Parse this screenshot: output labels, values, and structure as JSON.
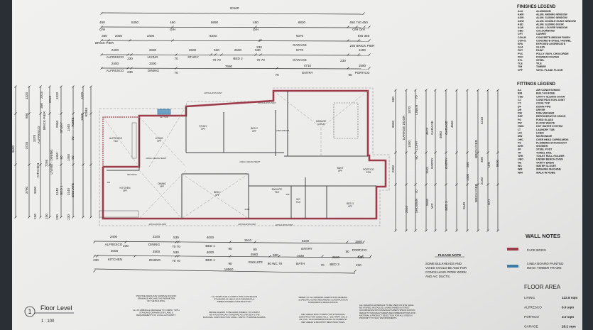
{
  "colors": {
    "face_brick": "#9e3b4a",
    "linea_board": "#3f7aa5",
    "paper": "#eeeeec",
    "ink": "#2a2a2a"
  },
  "top_dims": {
    "total": "20160",
    "row1": [
      "450",
      "O/H",
      "5350",
      "450",
      "O/H",
      "5890",
      "450",
      "O/H",
      "6830",
      "450 740 450",
      "O/H    O/H"
    ],
    "row2": [
      "350",
      "2050",
      "3400",
      "6340",
      "6370",
      "840 350",
      "BRICK PIER",
      "230",
      "GARAGE",
      "230 BRICK PIER"
    ],
    "row3": [
      "2400",
      "3330",
      "2600",
      "530",
      "2600",
      "530",
      "5770",
      "1190",
      "ALFRESCO",
      "230",
      "LIVING",
      "70",
      "STUDY",
      "70 70",
      "BED 2",
      "70 70",
      "GARAGE",
      "230"
    ],
    "row4": [
      "2400",
      "3330",
      "7680",
      "4710",
      "1580",
      "ALFRESCO",
      "230",
      "DINING",
      "70",
      "70",
      "ENTRY",
      "90",
      "PORTICO"
    ]
  },
  "bottom_dims": {
    "row1": [
      "2400",
      "3100",
      "530",
      "4000",
      "1610",
      "6100",
      "1580",
      "ALFRESCO",
      "230",
      "DINING",
      "70 70",
      "BED 1",
      "90",
      "90",
      "ENTRY",
      "90",
      "PORTICO"
    ],
    "row2": [
      "3000",
      "2500",
      "530",
      "4000",
      "2560",
      "900",
      "1930",
      "2500",
      "600",
      "230",
      "KITCHEN",
      "DINING",
      "70 70",
      "BED 1",
      "90",
      "ENSUITE",
      "90 WC 70",
      "BATH",
      "70",
      "BED 3",
      "230"
    ],
    "total": "19560"
  },
  "left_dims": [
    "9600",
    "3760",
    "3728",
    "850",
    "1320",
    "230",
    "3300",
    "KITCHEN",
    "ALFRESCO",
    "3378",
    "350",
    "2015",
    "BRICK PIER",
    "230",
    "7258",
    "LIVING - DINING",
    "2015",
    "230",
    "3140",
    "BED 1",
    "1450",
    "90",
    "2950",
    "STUDY",
    "1320",
    "230",
    "3140",
    "ENSUITE",
    "1450",
    "90",
    "1440",
    "ROBE",
    "70",
    "1440",
    "ROBE",
    "1320"
  ],
  "right_dims": [
    "3930",
    "GARAGE DOOR",
    "800",
    "2300",
    "1070",
    "LINEN",
    "70",
    "1400",
    "L'DRY",
    "90",
    "SHOWER",
    "70",
    "2510",
    "GARAGE",
    "4670",
    "ENTRY",
    "1532",
    "WC",
    "2630",
    "GARAGE",
    "4660",
    "ENTRY",
    "BED 3",
    "4660",
    "BRICK PIER",
    "350",
    "1400",
    "BRICK PIER",
    "2640",
    "4210",
    "450",
    "O/H",
    "2100",
    "O/H",
    "9600"
  ],
  "rooms": [
    {
      "name": "ALFRESCO",
      "finish": "TILE"
    },
    {
      "name": "LIVING",
      "finish": "VPF"
    },
    {
      "name": "STUDY",
      "finish": "VPF"
    },
    {
      "name": "BED 2",
      "finish": "VPF"
    },
    {
      "name": "GARAGE",
      "finish": "CON-B"
    },
    {
      "name": "KITCHEN",
      "finish": "VPF"
    },
    {
      "name": "DINING",
      "finish": "VPF"
    },
    {
      "name": "BED 1",
      "finish": "VPF"
    },
    {
      "name": "ENSUITE",
      "finish": "TILE"
    },
    {
      "name": "WC",
      "finish": "TILE"
    },
    {
      "name": "BATH",
      "finish": "VPF"
    },
    {
      "name": "BED 3",
      "finish": "VPF"
    },
    {
      "name": "PORTICO",
      "finish": "EPA"
    }
  ],
  "plan_notes": [
    "ARTICULATION JOINT",
    "ARTICULATION JOINT",
    "ARTICULATION JOINT",
    "ARTICULATION JOINT",
    "ARTICULATION JOINT",
    "2400mm CEILING HEIGHT",
    "2400mm CEILING HEIGHT",
    "AC 7.5 kW",
    "REF SPACE",
    "DW",
    "SHR",
    "LINEN SHELVES",
    "ROBE"
  ],
  "finishes_legend": {
    "title": "FINISHES LEGEND",
    "items": [
      [
        "ALU",
        "ALUMINIUM"
      ],
      [
        "AAW",
        "ALUM. AWNING WINDOW"
      ],
      [
        "ASW",
        "ALUM. SLIDING WINDOW"
      ],
      [
        "ADW",
        "ALUM. DOUBLE HUNG WINDOW"
      ],
      [
        "ASD",
        "ALUM. SLIDING DOOR"
      ],
      [
        "ALW",
        "ALUM. LOUVRE WINDOW"
      ],
      [
        "CBD",
        "COLOURBOND"
      ],
      [
        "CPT",
        "CARPET"
      ],
      [
        "CON-B",
        "CONCRETE-BROOM FINISH"
      ],
      [
        "CON-S",
        "CONCRETE-STEEL TROWEL"
      ],
      [
        "EPA",
        "EXPOSED AGGREGATE"
      ],
      [
        "GLA",
        "GLASS"
      ],
      [
        "PNT",
        "PAINT"
      ],
      [
        "PVC",
        "POLLY VINYL CHOLORIDE"
      ],
      [
        "PDC",
        "POWDER COATED"
      ],
      [
        "STL",
        "STEEL"
      ],
      [
        "TLE",
        "TILE"
      ],
      [
        "TIM",
        "TIMBER"
      ],
      [
        "VPF",
        "VINYL PLANK FLOOR"
      ]
    ]
  },
  "fittings_legend": {
    "title": "FITTINGS LEGEND",
    "items": [
      [
        "AC",
        "AIR CONDITIONING"
      ],
      [
        "BIR",
        "BUILT-IN ROBE"
      ],
      [
        "CSD",
        "CAVITY SLIDING DOOR"
      ],
      [
        "CJ",
        "CONSTRUCTION JOINT"
      ],
      [
        "CT",
        "COOK TOP"
      ],
      [
        "DP",
        "DOWN PIPE"
      ],
      [
        "DR",
        "DRYER"
      ],
      [
        "DW",
        "DISH WASHER"
      ],
      [
        "REF",
        "REFRIGERATOR SPACE"
      ],
      [
        "FG",
        "FIXED GLASS"
      ],
      [
        "FW",
        "FLOOR WASTE"
      ],
      [
        "HWS",
        "HOT WATER SYSTEM"
      ],
      [
        "LT",
        "LAUNDRY TUB"
      ],
      [
        "LIN",
        "LINEN"
      ],
      [
        "MW",
        "MICROWAVE"
      ],
      [
        "OHC",
        "OVER HEAD CUPBOARDS"
      ],
      [
        "PS",
        "PLUMBING STACK/DUCT"
      ],
      [
        "SHR",
        "SHOWER"
      ],
      [
        "SP",
        "STEEL POST"
      ],
      [
        "TR",
        "TOWEL RAIL"
      ],
      [
        "TRH",
        "TOILET ROLL HOLDER"
      ],
      [
        "UBO",
        "UNDER BENCH OVEN"
      ],
      [
        "VB",
        "VANITY BASIN"
      ],
      [
        "WC",
        "WATER CLOSET"
      ],
      [
        "WM",
        "WASHING MACHINE"
      ],
      [
        "WIR",
        "WALK-IN ROBE"
      ]
    ]
  },
  "wall_notes": {
    "title": "WALL NOTES",
    "face_brick": "FACE BRICK",
    "linea_line1": "LINEA BOARD PAINTED",
    "linea_line2": "90mm TIMBER FRAME"
  },
  "please_note": {
    "title": "PLEASE NOTE",
    "lines": [
      "SOME BULKHEADS AND",
      "VOIDS COULD BE ADD FOR",
      "CONCEALING PIPEE WORK",
      "AND A/C DUCTS."
    ]
  },
  "floor_area": {
    "title": "FLOOR AREA",
    "rows": [
      {
        "label": "LIVING",
        "value": "122.8 sqm"
      },
      {
        "label": "ALFRESCO",
        "value": "6.9 sqm"
      },
      {
        "label": "PORTICO",
        "value": "3.0 sqm"
      },
      {
        "label": "GARAGE",
        "value": "28.2 sqm"
      }
    ]
  },
  "title_block": {
    "number": "1",
    "title": "Floor Level",
    "scale": "1 : 100"
  },
  "general_notes": [
    [
      "PROVIDE ADEQUATE SURFACE RUNOFF",
      "DRAINAGE AROUND THE PERIMETER",
      "OF THE BUILDING."
    ],
    [
      "ALL PLUMBING & DRAINAGE TO COMPLY WITH",
      "STANDARD DRAWINGS BYLAWS &",
      "REQUIREMENTS OF LOCAL AUTHORITY."
    ],
    [
      "ALL WORK SHALL COMPLY WITH AUSTRALIAN",
      "STANDARD AS 1684.2-2010 'RESIDENTIAL",
      "TIMBER-FRAMED CONSTRUCTION'."
    ],
    [
      "SMOKE ALARMS TO BE HARD WIRED & TO COMPLY",
      "WITH AUSTRALIAN STANDARD AS 3786-2014 & THE",
      "NATIONAL CONSTRUCTION CODE - PART3.7.5 SMOKE ALARMS."
    ],
    [
      "REFER TO ALL DRAWING SHEETS FOR GENERAL",
      "& SPECIFIC NOTES REGARDING CONSTRUCTION",
      "STANDARDS & REGULATIONS."
    ],
    [
      "WET AREAS MUST COMPLY WITH NATIONAL",
      "CONSTRUCTION CODE VOL 2 - 2014 PART 3.8.1 &",
      "AS 3740 - 2010 WATERPROOFING OF DOMESTIC",
      "WET AREAS & INDUSTRY BEST PRACTICES."
    ],
    [
      "ALL BUILDING MATERIALS TO BE USED ON SITE SHALL",
      "BE STORED, INSTALLED, & MAINTAINED IN STRICT",
      "ACCORDANCE WITH MANUFACTURERS SPECIFICATION.",
      "REFER TO MANUFACTURERS RECOMMENDATIONS FOR",
      "MATERIAL & PRODUCT SELECTION FOR ALL SITES IN",
      "PROXIMITY TO SALT ENVIRONMENTS."
    ]
  ]
}
